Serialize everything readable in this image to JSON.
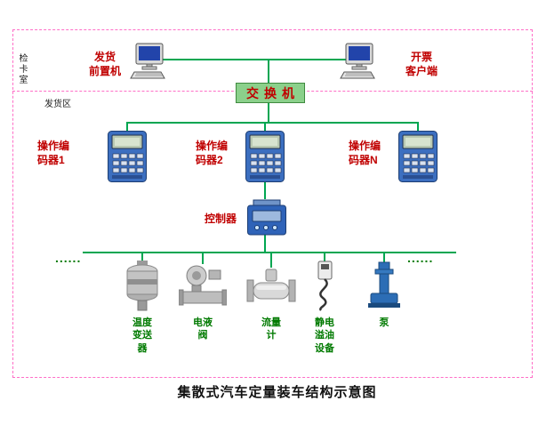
{
  "caption": "集散式汽车定量装车结构示意图",
  "zones": {
    "card_room": "检卡室",
    "loading_area": "发货区"
  },
  "top_section": {
    "shipping_frontend_label": [
      "发货",
      "前置机"
    ],
    "invoicing_client_label": [
      "开票",
      "客户端"
    ]
  },
  "switch": {
    "label": "交换机"
  },
  "encoders": [
    {
      "label": [
        "操作编",
        "码器1"
      ]
    },
    {
      "label": [
        "操作编",
        "码器2"
      ]
    },
    {
      "label": [
        "操作编",
        "码器N"
      ]
    }
  ],
  "controller": {
    "label": "控制器"
  },
  "field_devices": [
    {
      "label": [
        "温度",
        "变送",
        "器"
      ]
    },
    {
      "label": [
        "电液",
        "阀"
      ]
    },
    {
      "label": [
        "流量",
        "计"
      ]
    },
    {
      "label": [
        "静电",
        "溢油",
        "设备"
      ]
    },
    {
      "label": [
        "泵"
      ]
    }
  ],
  "ellipsis_left": "......",
  "ellipsis_right": "......",
  "colors": {
    "border_dashed": "#ff6ec7",
    "connector_line": "#00a651",
    "switch_background": "#8bd08b",
    "label_red": "#c00000",
    "label_green": "#007a00"
  }
}
